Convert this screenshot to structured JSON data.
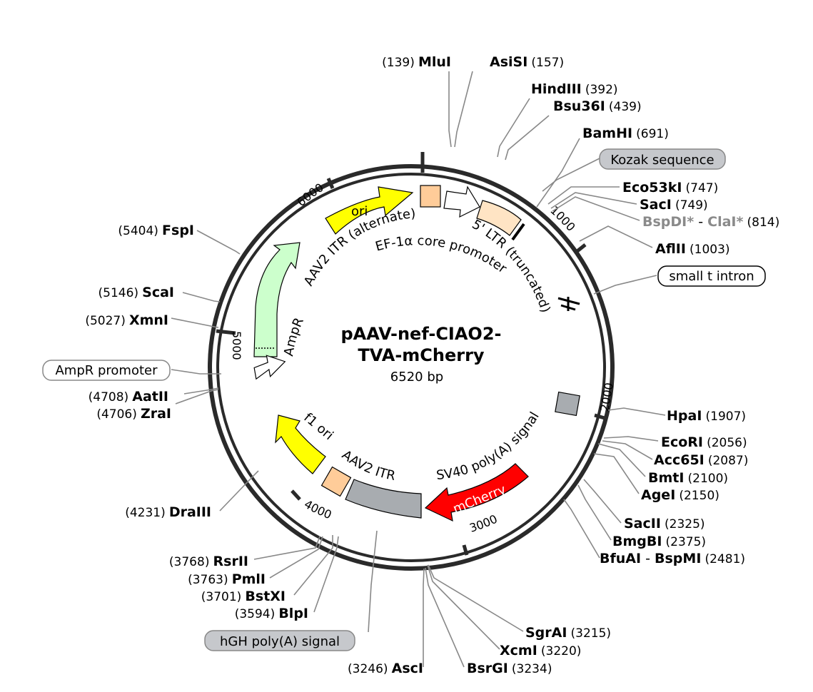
{
  "plasmid": {
    "name_line1": "pAAV-nef-CIAO2-",
    "name_line2": "TVA-mCherry",
    "size": "6520 bp"
  },
  "ticks": [
    "1000",
    "2000",
    "3000",
    "4000",
    "5000",
    "6000"
  ],
  "features": {
    "ori": "ori",
    "aav2_itr_alt": "AAV2 ITR (alternate)",
    "ef1a": "EF-1α core promoter",
    "ltr": "5' LTR (truncated)",
    "ampr": "AmpR",
    "f1ori": "f1 ori",
    "aav2_itr": "AAV2 ITR",
    "sv40": "SV40 poly(A) signal",
    "mcherry": "mCherry"
  },
  "callouts": {
    "kozak": "Kozak sequence",
    "small_t": "small t intron",
    "ampr_promoter": "AmpR promoter",
    "hgh": "hGH poly(A) signal"
  },
  "sites": [
    {
      "name": "MluI",
      "pos": "(139)"
    },
    {
      "name": "AsiSI",
      "pos": "(157)"
    },
    {
      "name": "HindIII",
      "pos": "(392)"
    },
    {
      "name": "Bsu36I",
      "pos": "(439)"
    },
    {
      "name": "BamHI",
      "pos": "(691)"
    },
    {
      "name": "Eco53kI",
      "pos": "(747)"
    },
    {
      "name": "SacI",
      "pos": "(749)"
    },
    {
      "name": "BspDI*",
      "name2": "ClaI*",
      "pos": "(814)"
    },
    {
      "name": "AflII",
      "pos": "(1003)"
    },
    {
      "name": "HpaI",
      "pos": "(1907)"
    },
    {
      "name": "EcoRI",
      "pos": "(2056)"
    },
    {
      "name": "Acc65I",
      "pos": "(2087)"
    },
    {
      "name": "BmtI",
      "pos": "(2100)"
    },
    {
      "name": "AgeI",
      "pos": "(2150)"
    },
    {
      "name": "SacII",
      "pos": "(2325)"
    },
    {
      "name": "BmgBI",
      "pos": "(2375)"
    },
    {
      "name": "BfuAI",
      "name2": "BspMI",
      "pos": "(2481)"
    },
    {
      "name": "SgrAI",
      "pos": "(3215)"
    },
    {
      "name": "XcmI",
      "pos": "(3220)"
    },
    {
      "name": "BsrGI",
      "pos": "(3234)"
    },
    {
      "name": "AscI",
      "pos": "(3246)"
    },
    {
      "name": "BlpI",
      "pos": "(3594)"
    },
    {
      "name": "BstXI",
      "pos": "(3701)"
    },
    {
      "name": "PmlI",
      "pos": "(3763)"
    },
    {
      "name": "RsrII",
      "pos": "(3768)"
    },
    {
      "name": "DraIII",
      "pos": "(4231)"
    },
    {
      "name": "ZraI",
      "pos": "(4706)"
    },
    {
      "name": "AatII",
      "pos": "(4708)"
    },
    {
      "name": "XmnI",
      "pos": "(5027)"
    },
    {
      "name": "ScaI",
      "pos": "(5146)"
    },
    {
      "name": "FspI",
      "pos": "(5404)"
    }
  ],
  "dash": "-",
  "colors": {
    "ori": "#ffff00",
    "ampr": "#ccffcc",
    "promoter_white": "#ffffff",
    "itr": "#ffcc99",
    "ltr": "#ffe4c4",
    "mcherry": "#ff0000",
    "polya": "#a8acb0"
  }
}
